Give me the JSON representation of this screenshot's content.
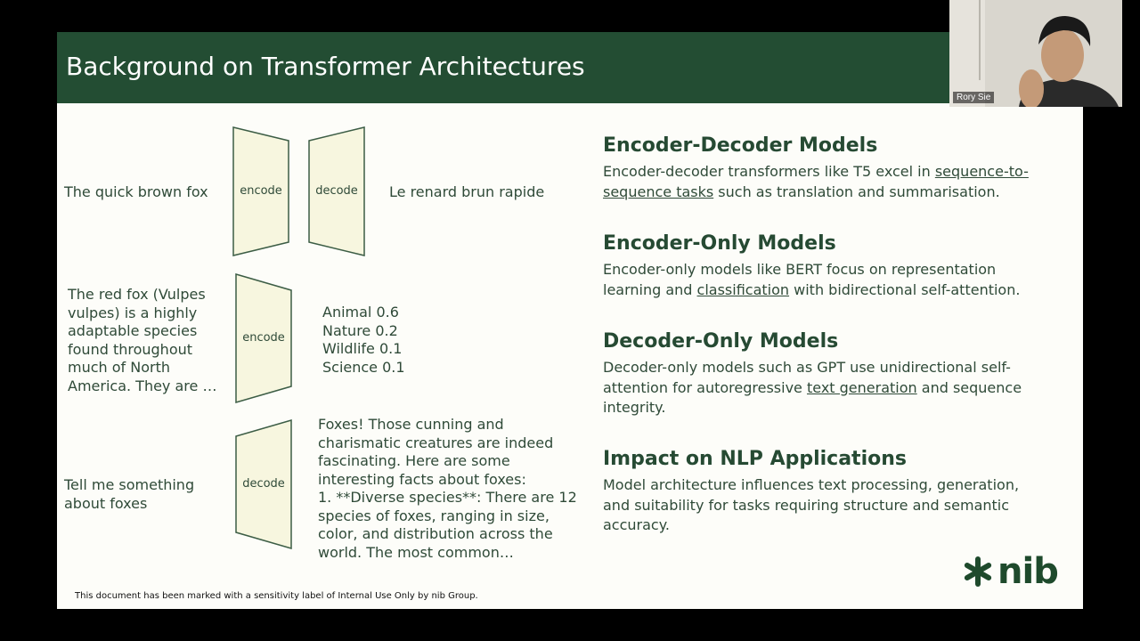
{
  "slide": {
    "title": "Background on Transformer Architectures",
    "footer": "This document has been marked with a sensitivity label of Internal Use Only by nib Group."
  },
  "diagram": {
    "row1": {
      "input": "The quick brown fox",
      "encoder_label": "encode",
      "decoder_label": "decode",
      "output": "Le renard brun rapide"
    },
    "row2": {
      "input_lines": [
        "The red fox (Vulpes",
        "vulpes) is a highly",
        "adaptable species",
        "found throughout",
        "much of North",
        "America. They are …"
      ],
      "encoder_label": "encode",
      "output_lines": [
        "Animal 0.6",
        "Nature 0.2",
        "Wildlife 0.1",
        "Science 0.1"
      ]
    },
    "row3": {
      "input_lines": [
        "Tell me something",
        "about foxes"
      ],
      "decoder_label": "decode",
      "output_lines": [
        "Foxes! Those cunning and",
        "charismatic creatures are indeed",
        "fascinating. Here are some",
        "interesting facts about foxes:",
        "1. **Diverse species**: There are 12",
        "species of foxes, ranging in size,",
        "color, and distribution across the",
        "world. The most common…"
      ]
    }
  },
  "sections": [
    {
      "heading": "Encoder-Decoder Models",
      "before": "Encoder-decoder transformers like T5 excel in ",
      "link": "sequence-to-sequence tasks",
      "after": " such as translation and summarisation."
    },
    {
      "heading": "Encoder-Only Models",
      "before": "Encoder-only models like BERT focus on representation learning and ",
      "link": "classification",
      "after": " with bidirectional self-attention."
    },
    {
      "heading": "Decoder-Only Models",
      "before": "Decoder-only models such as GPT use unidirectional self-attention for autoregressive ",
      "link": "text generation",
      "after": " and sequence integrity."
    },
    {
      "heading": "Impact on NLP Applications",
      "before": "Model architecture influences text processing, generation, and suitability for tasks requiring structure and semantic accuracy.",
      "link": "",
      "after": ""
    }
  ],
  "logo": {
    "text": "nib",
    "icon": "nib-asterisk-icon"
  },
  "webcam": {
    "participant_name": "Rory Sie"
  },
  "colors": {
    "title_bar": "#234d33",
    "slide_bg": "#fdfdf9",
    "shape_fill": "#f7f6df",
    "shape_stroke": "#3c5d45",
    "text": "#2f4a38"
  }
}
